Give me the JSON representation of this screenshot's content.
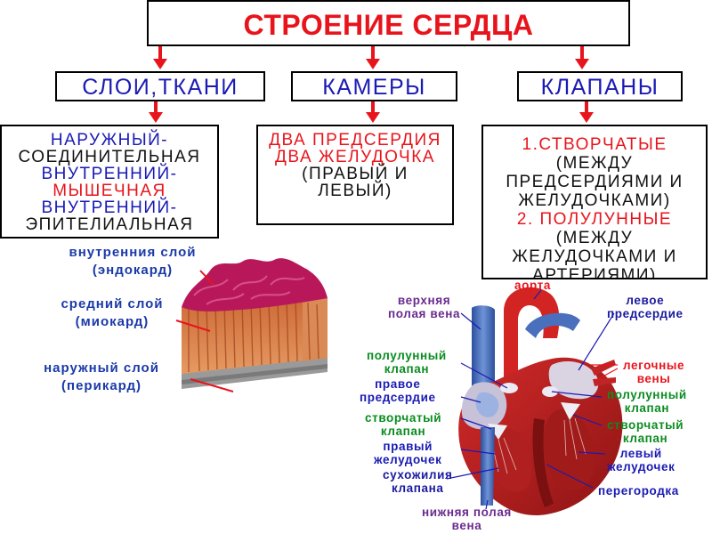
{
  "title": "СТРОЕНИЕ СЕРДЦА",
  "categories": {
    "layers": "СЛОИ,ТКАНИ",
    "chambers": "КАМЕРЫ",
    "valves": "КЛАПАНЫ"
  },
  "layers_box": {
    "line1": "НАРУЖНЫЙ-",
    "line2": "СОЕДИНИТЕЛЬНАЯ",
    "line3": "ВНУТРЕННИЙ-",
    "line4": "МЫШЕЧНАЯ",
    "line5": "ВНУТРЕННИЙ-",
    "line6": "ЭПИТЕЛИАЛЬНАЯ"
  },
  "chambers_box": {
    "line1": "ДВА ПРЕДСЕРДИЯ",
    "line2": "ДВА ЖЕЛУДОЧКА",
    "line3": "(ПРАВЫЙ И",
    "line4": "ЛЕВЫЙ)"
  },
  "valves_box": {
    "line1": "1.СТВОРЧАТЫЕ",
    "line2": "(МЕЖДУ",
    "line3": "ПРЕДСЕРДИЯМИ И",
    "line4": "ЖЕЛУДОЧКАМИ)",
    "line5": "2. ПОЛУЛУННЫЕ",
    "line6": "(МЕЖДУ",
    "line7": "ЖЕЛУДОЧКАМИ И",
    "line8": "АРТЕРИЯМИ)"
  },
  "wall_labels": {
    "inner1": "внутренния слой",
    "inner2": "(эндокард)",
    "middle1": "средний слой",
    "middle2": "(миокард)",
    "outer1": "наружный слой",
    "outer2": "(перикард)"
  },
  "heart_labels": {
    "aorta": "аорта",
    "svc1": "верхняя",
    "svc2": "полая вена",
    "la1": "левое",
    "la2": "предсердие",
    "sl_left1": "полулунный",
    "sl_left2": "клапан",
    "pv1": "легочные",
    "pv2": "вены",
    "ra1": "правое",
    "ra2": "предсердие",
    "sl_right1": "полулунный",
    "sl_right2": "клапан",
    "cusp_left1": "створчатый",
    "cusp_left2": "клапан",
    "cusp_right1": "створчатый",
    "cusp_right2": "клапан",
    "rv1": "правый",
    "rv2": "желудочек",
    "lv1": "левый",
    "lv2": "желудочек",
    "chordae1": "сухожилия",
    "chordae2": "клапана",
    "septum": "перегородка",
    "ivc1": "нижняя полая",
    "ivc2": "вена"
  },
  "colors": {
    "title_red": "#e8141c",
    "category_blue": "#1a1ab4",
    "label_green": "#0a8c20",
    "label_purple": "#6a2a8e"
  }
}
